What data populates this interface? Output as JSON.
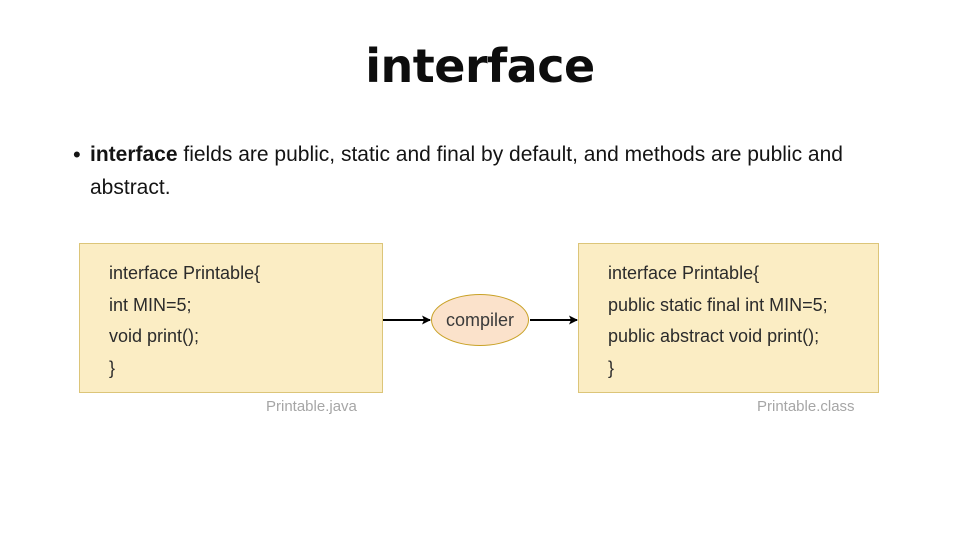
{
  "slide": {
    "title": "interface",
    "background_color": "#ffffff"
  },
  "body": {
    "bullet_marker": "•",
    "bullet_lead": "interface",
    "bullet_rest": " fields are public, static and final by default, and methods are public and abstract.",
    "bullet_full_text": "interface fields are public, static and final by default, and methods are public and abstract."
  },
  "diagram": {
    "source_box": {
      "caption": "Printable.java",
      "fill_color": "#fbedc4",
      "border_color": "#dcc579",
      "lines": [
        "interface Printable{",
        "int MIN=5;",
        "void print();",
        "}"
      ]
    },
    "compiler_node": {
      "label": "compiler",
      "fill_color": "#fbe2cb",
      "border_color": "#c9a227"
    },
    "output_box": {
      "caption": "Printable.class",
      "fill_color": "#fbedc4",
      "border_color": "#dcc579",
      "lines": [
        "interface Printable{",
        "public static final int MIN=5;",
        "public abstract void print();",
        "}"
      ]
    },
    "arrows": [
      {
        "name": "source-to-compiler",
        "color": "#000000"
      },
      {
        "name": "compiler-to-output",
        "color": "#000000"
      }
    ]
  }
}
